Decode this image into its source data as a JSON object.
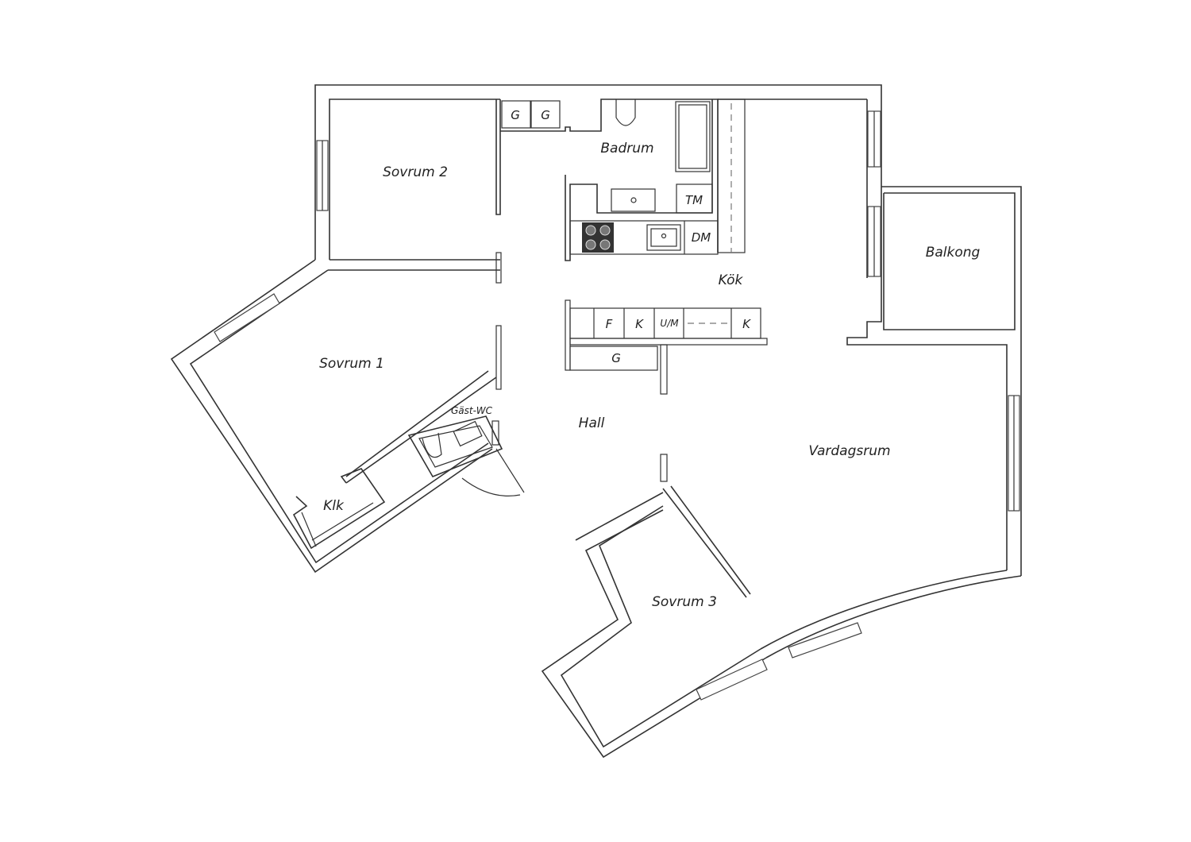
{
  "rooms": {
    "sovrum2": "Sovrum 2",
    "badrum": "Badrum",
    "balkong": "Balkong",
    "kok": "Kök",
    "sovrum1": "Sovrum 1",
    "gast_wc": "Gäst-WC",
    "hall": "Hall",
    "vardagsrum": "Vardagsrum",
    "klk": "Klk",
    "sovrum3": "Sovrum 3"
  },
  "fixtures": {
    "g1": "G",
    "g2": "G",
    "tm": "TM",
    "dm": "DM",
    "f": "F",
    "k1": "K",
    "um": "U/M",
    "k2": "K",
    "g3": "G"
  }
}
